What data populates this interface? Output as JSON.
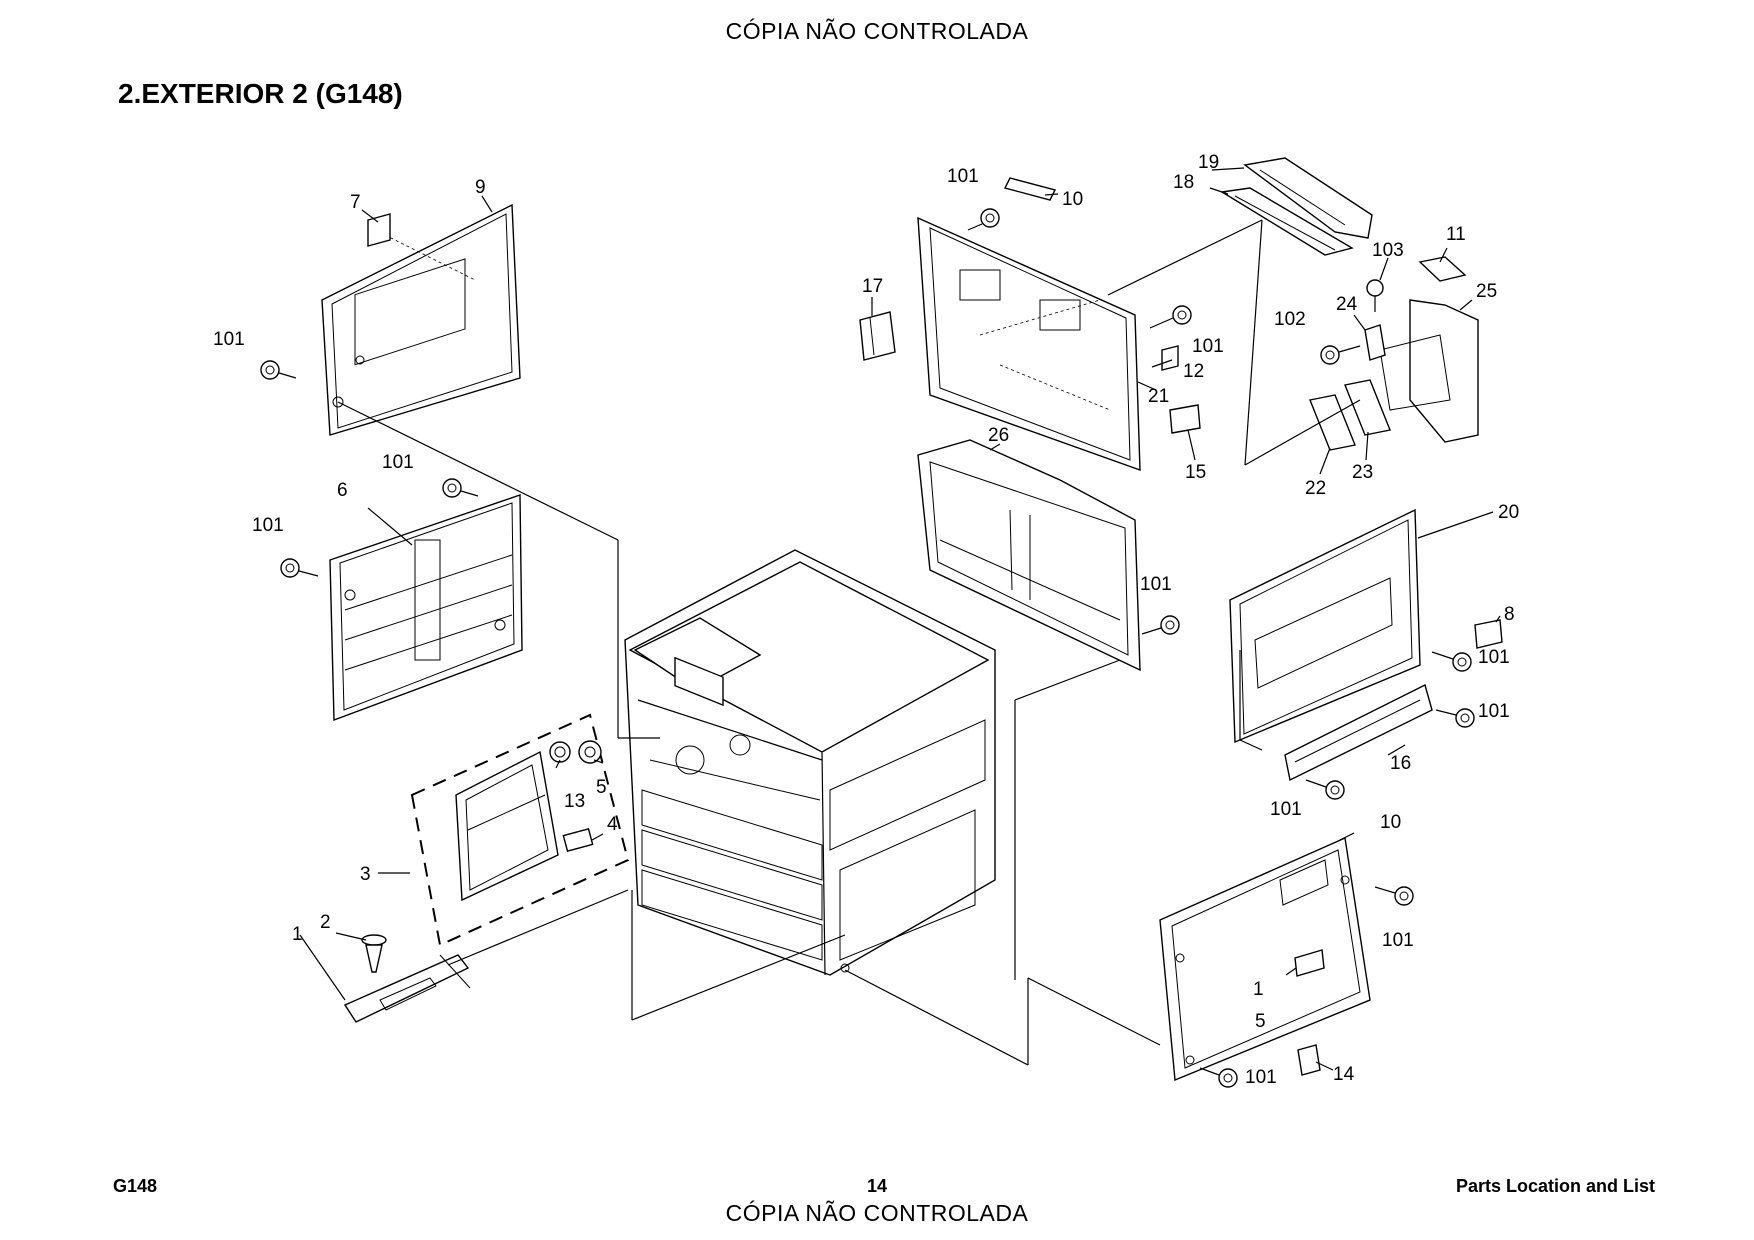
{
  "watermark": "CÓPIA NÃO CONTROLADA",
  "title": "2.EXTERIOR 2 (G148)",
  "footer": {
    "left": "G148",
    "center": "14",
    "right": "Parts Location and List"
  },
  "callouts": [
    "1",
    "2",
    "3",
    "4",
    "5",
    "6",
    "7",
    "8",
    "9",
    "10",
    "11",
    "12",
    "13",
    "14",
    "15",
    "16",
    "17",
    "18",
    "19",
    "20",
    "21",
    "22",
    "23",
    "24",
    "25",
    "26",
    "101",
    "102",
    "103"
  ],
  "labels": {
    "c7": "7",
    "c9": "9",
    "c101a": "101",
    "c6": "6",
    "c101b": "101",
    "c101c": "101",
    "c13": "13",
    "c5a": "5",
    "c4": "4",
    "c3": "3",
    "c2": "2",
    "c1a": "1",
    "c101d": "101",
    "c10a": "10",
    "c19": "19",
    "c18": "18",
    "c17": "17",
    "c101e": "101",
    "c12": "12",
    "c21": "21",
    "c15": "15",
    "c103": "103",
    "c11": "11",
    "c24": "24",
    "c25": "25",
    "c102": "102",
    "c22": "22",
    "c23": "23",
    "c26": "26",
    "c101f": "101",
    "c20": "20",
    "c8": "8",
    "c101g": "101",
    "c101h": "101",
    "c16": "16",
    "c101i": "101",
    "c10b": "10",
    "c101j": "101",
    "c1b": "1",
    "c5b": "5",
    "c14": "14",
    "c101k": "101"
  }
}
